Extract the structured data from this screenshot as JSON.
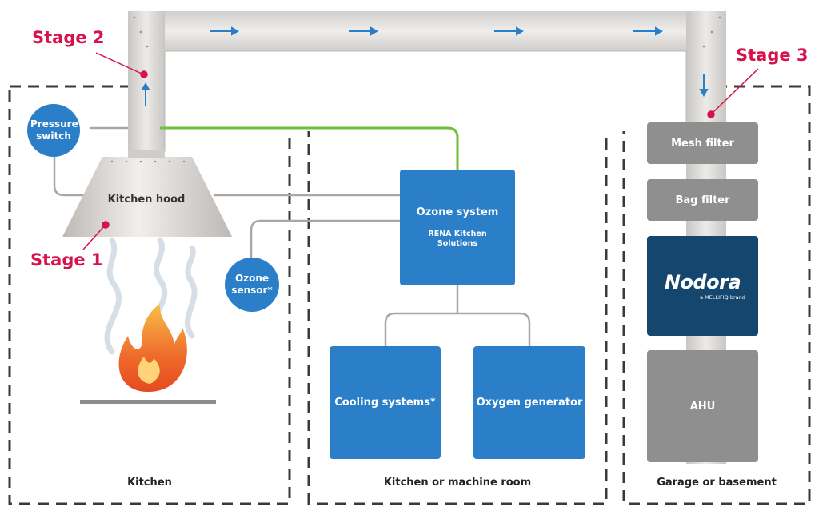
{
  "stages": {
    "stage1": "Stage 1",
    "stage2": "Stage 2",
    "stage3": "Stage 3"
  },
  "zones": {
    "kitchen": "Kitchen",
    "machine_room": "Kitchen or machine room",
    "garage": "Garage or basement"
  },
  "kitchen_hood": "Kitchen hood",
  "pressure_switch": "Pressure switch",
  "ozone_sensor": "Ozone sensor*",
  "ozone_system": {
    "title": "Ozone system",
    "subtitle": "RENA Kitchen Solutions"
  },
  "cooling_systems": "Cooling systems*",
  "oxygen_generator": "Oxygen generator",
  "mesh_filter": "Mesh filter",
  "bag_filter": "Bag filter",
  "nodora": {
    "logo": "Nodora",
    "tagline": "a MELLIFIQ brand"
  },
  "ahu": "AHU",
  "colors": {
    "accent_blue": "#2b7fc9",
    "stage_red": "#d6134f",
    "duct_grey": "#d9d7d5",
    "filter_grey": "#8f8f8f",
    "nodora_navy": "#15466e",
    "green_line": "#6fbf3a"
  },
  "icons": [
    "flow-arrow-icon",
    "flame-icon",
    "smoke-icon",
    "stage-pointer-icon"
  ]
}
